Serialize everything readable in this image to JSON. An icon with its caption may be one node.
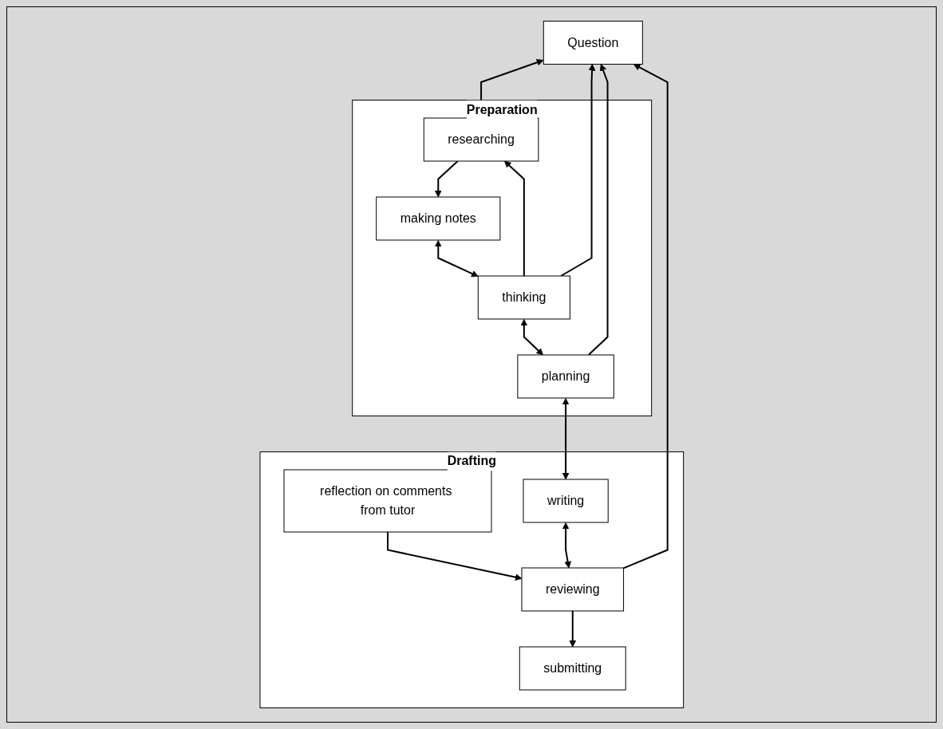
{
  "diagram": {
    "nodes": [
      {
        "text": [
          "Question"
        ]
      },
      {
        "text": [
          "Drafting"
        ]
      },
      {
        "text": [
          "reflection on comments from tutor"
        ],
        "in": 1
      },
      {
        "text": [
          "submitting"
        ],
        "in": 1
      },
      {
        "text": [
          "reviewing"
        ],
        "in": 1
      },
      {
        "text": [
          "writing"
        ],
        "in": 1
      },
      {
        "text": [
          "Preparation"
        ]
      },
      {
        "text": [
          "researching"
        ],
        "in": 6
      },
      {
        "text": [
          "making notes"
        ],
        "in": 6
      },
      {
        "text": [
          "thinking"
        ],
        "in": 6
      },
      {
        "text": [
          "planning"
        ],
        "in": 6
      }
    ],
    "edges": [
      {
        "from": 4,
        "to": 0,
        "arrow": "to"
      },
      {
        "from": 10,
        "to": 0,
        "arrow": "to"
      },
      {
        "from": 9,
        "to": 0,
        "arrow": "to"
      },
      {
        "from": 0,
        "to": 7,
        "arrow": "both"
      },
      {
        "from": 9,
        "to": 7,
        "arrow": "to"
      },
      {
        "from": 7,
        "to": 8,
        "arrow": "to"
      },
      {
        "from": 8,
        "to": 9,
        "arrow": "both"
      },
      {
        "from": 9,
        "to": 10,
        "arrow": "both"
      },
      {
        "from": 10,
        "to": 5,
        "arrow": "both"
      },
      {
        "from": 5,
        "to": 4,
        "arrow": "both"
      },
      {
        "from": 4,
        "to": 3,
        "arrow": "to"
      },
      {
        "from": 2,
        "to": 4,
        "arrow": "to"
      }
    ]
  }
}
